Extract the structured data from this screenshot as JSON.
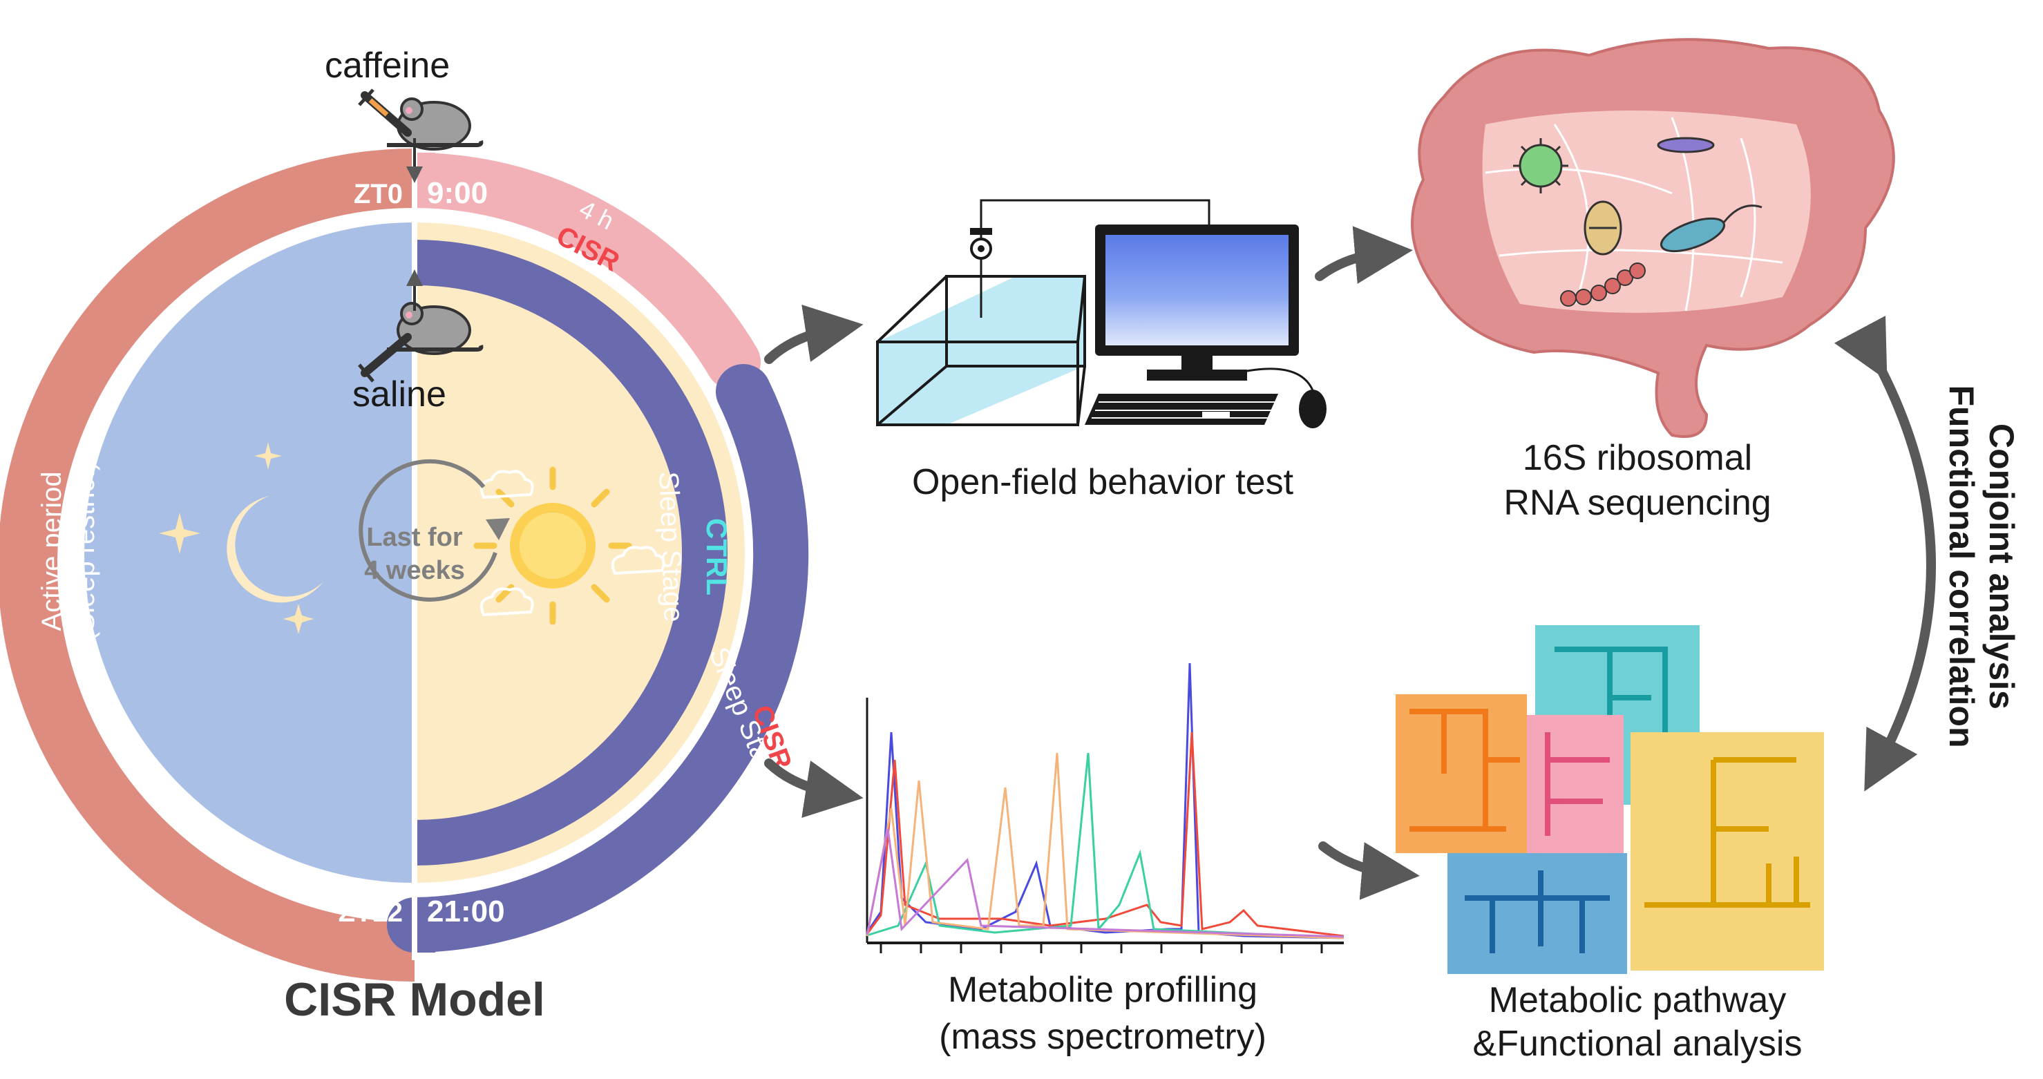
{
  "model": {
    "title": "CISR Model",
    "caffeine_label": "caffeine",
    "saline_label": "saline",
    "zt0": "ZT0",
    "time_9": "9:00",
    "zt12": "ZT12",
    "time_21": "21:00",
    "four_h": "4 h",
    "cisr_short": "CISR",
    "active_period_line1": "Active period",
    "active_period_line2": "(Sleep restrict)",
    "ctrl_label": "CTRL",
    "cisr_label": "CISR",
    "sleep_stage": "Sleep Stage",
    "cycle_line1": "Last for",
    "cycle_line2": "4 weeks"
  },
  "panels": {
    "open_field": "Open-field behavior test",
    "rna_line1": "16S ribosomal",
    "rna_line2": "RNA sequencing",
    "metabolite_line1": "Metabolite profilling",
    "metabolite_line2": "(mass spectrometry)",
    "pathway_line1": "Metabolic pathway",
    "pathway_line2": "&Functional analysis",
    "conjoint_line1": "Conjoint analysis",
    "conjoint_line2": "Functional correlation"
  },
  "colors": {
    "night_blue": "#a9bfe6",
    "day_cream": "#fdebc6",
    "active_arc": "#de8c80",
    "cisr_arc": "#f2b1b6",
    "sleep_arc": "#6a6aae",
    "cisr_text": "#f0454a",
    "ctrl_text": "#52e3e3",
    "arrow_gray": "#595959"
  }
}
